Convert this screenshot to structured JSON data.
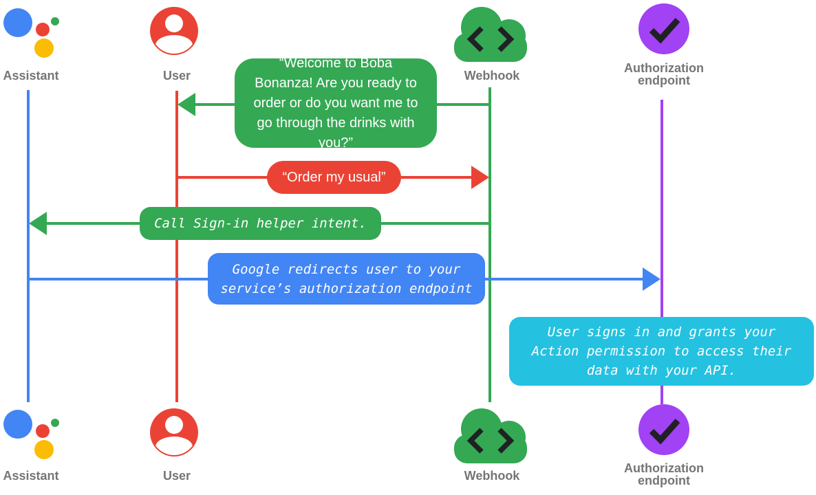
{
  "diagram": {
    "type": "sequence-diagram",
    "background": "#ffffff",
    "colors": {
      "assistant_blue": "#4285F4",
      "user_red": "#EA4335",
      "webhook_green": "#34A853",
      "auth_purple": "#A142F4",
      "note_cyan": "#24C1E0",
      "logo_yellow": "#FBBC04",
      "logo_green": "#34A853",
      "label_gray": "#757575",
      "bubble_text_white": "#FFFFFF"
    },
    "actors": [
      {
        "id": "assistant",
        "label": "Assistant",
        "icon": "google-assistant-icon",
        "color": "#4285F4"
      },
      {
        "id": "user",
        "label": "User",
        "icon": "user-icon",
        "color": "#EA4335"
      },
      {
        "id": "webhook",
        "label": "Webhook",
        "icon": "cloud-code-icon",
        "color": "#34A853"
      },
      {
        "id": "auth",
        "label": "Authorization endpoint",
        "icon": "check-circle-icon",
        "color": "#A142F4"
      }
    ],
    "messages": [
      {
        "from": "webhook",
        "to": "user",
        "direction": "left",
        "style": "speech",
        "color": "#34A853",
        "text": "“Welcome to Boba Bonanza! Are you ready to order or do you want me to go through the drinks with you?”"
      },
      {
        "from": "user",
        "to": "webhook",
        "direction": "right",
        "style": "speech",
        "color": "#EA4335",
        "text": "“Order my usual”"
      },
      {
        "from": "webhook",
        "to": "assistant",
        "direction": "left",
        "style": "code",
        "color": "#34A853",
        "text": "Call Sign-in helper intent."
      },
      {
        "from": "assistant",
        "to": "auth",
        "direction": "right",
        "style": "code",
        "color": "#4285F4",
        "text": "Google redirects user to your service’s authorization endpoint"
      },
      {
        "on": "auth",
        "direction": "none",
        "style": "code-note",
        "color": "#24C1E0",
        "text": "User signs in and grants your Action permission to access their data with your API."
      }
    ]
  }
}
